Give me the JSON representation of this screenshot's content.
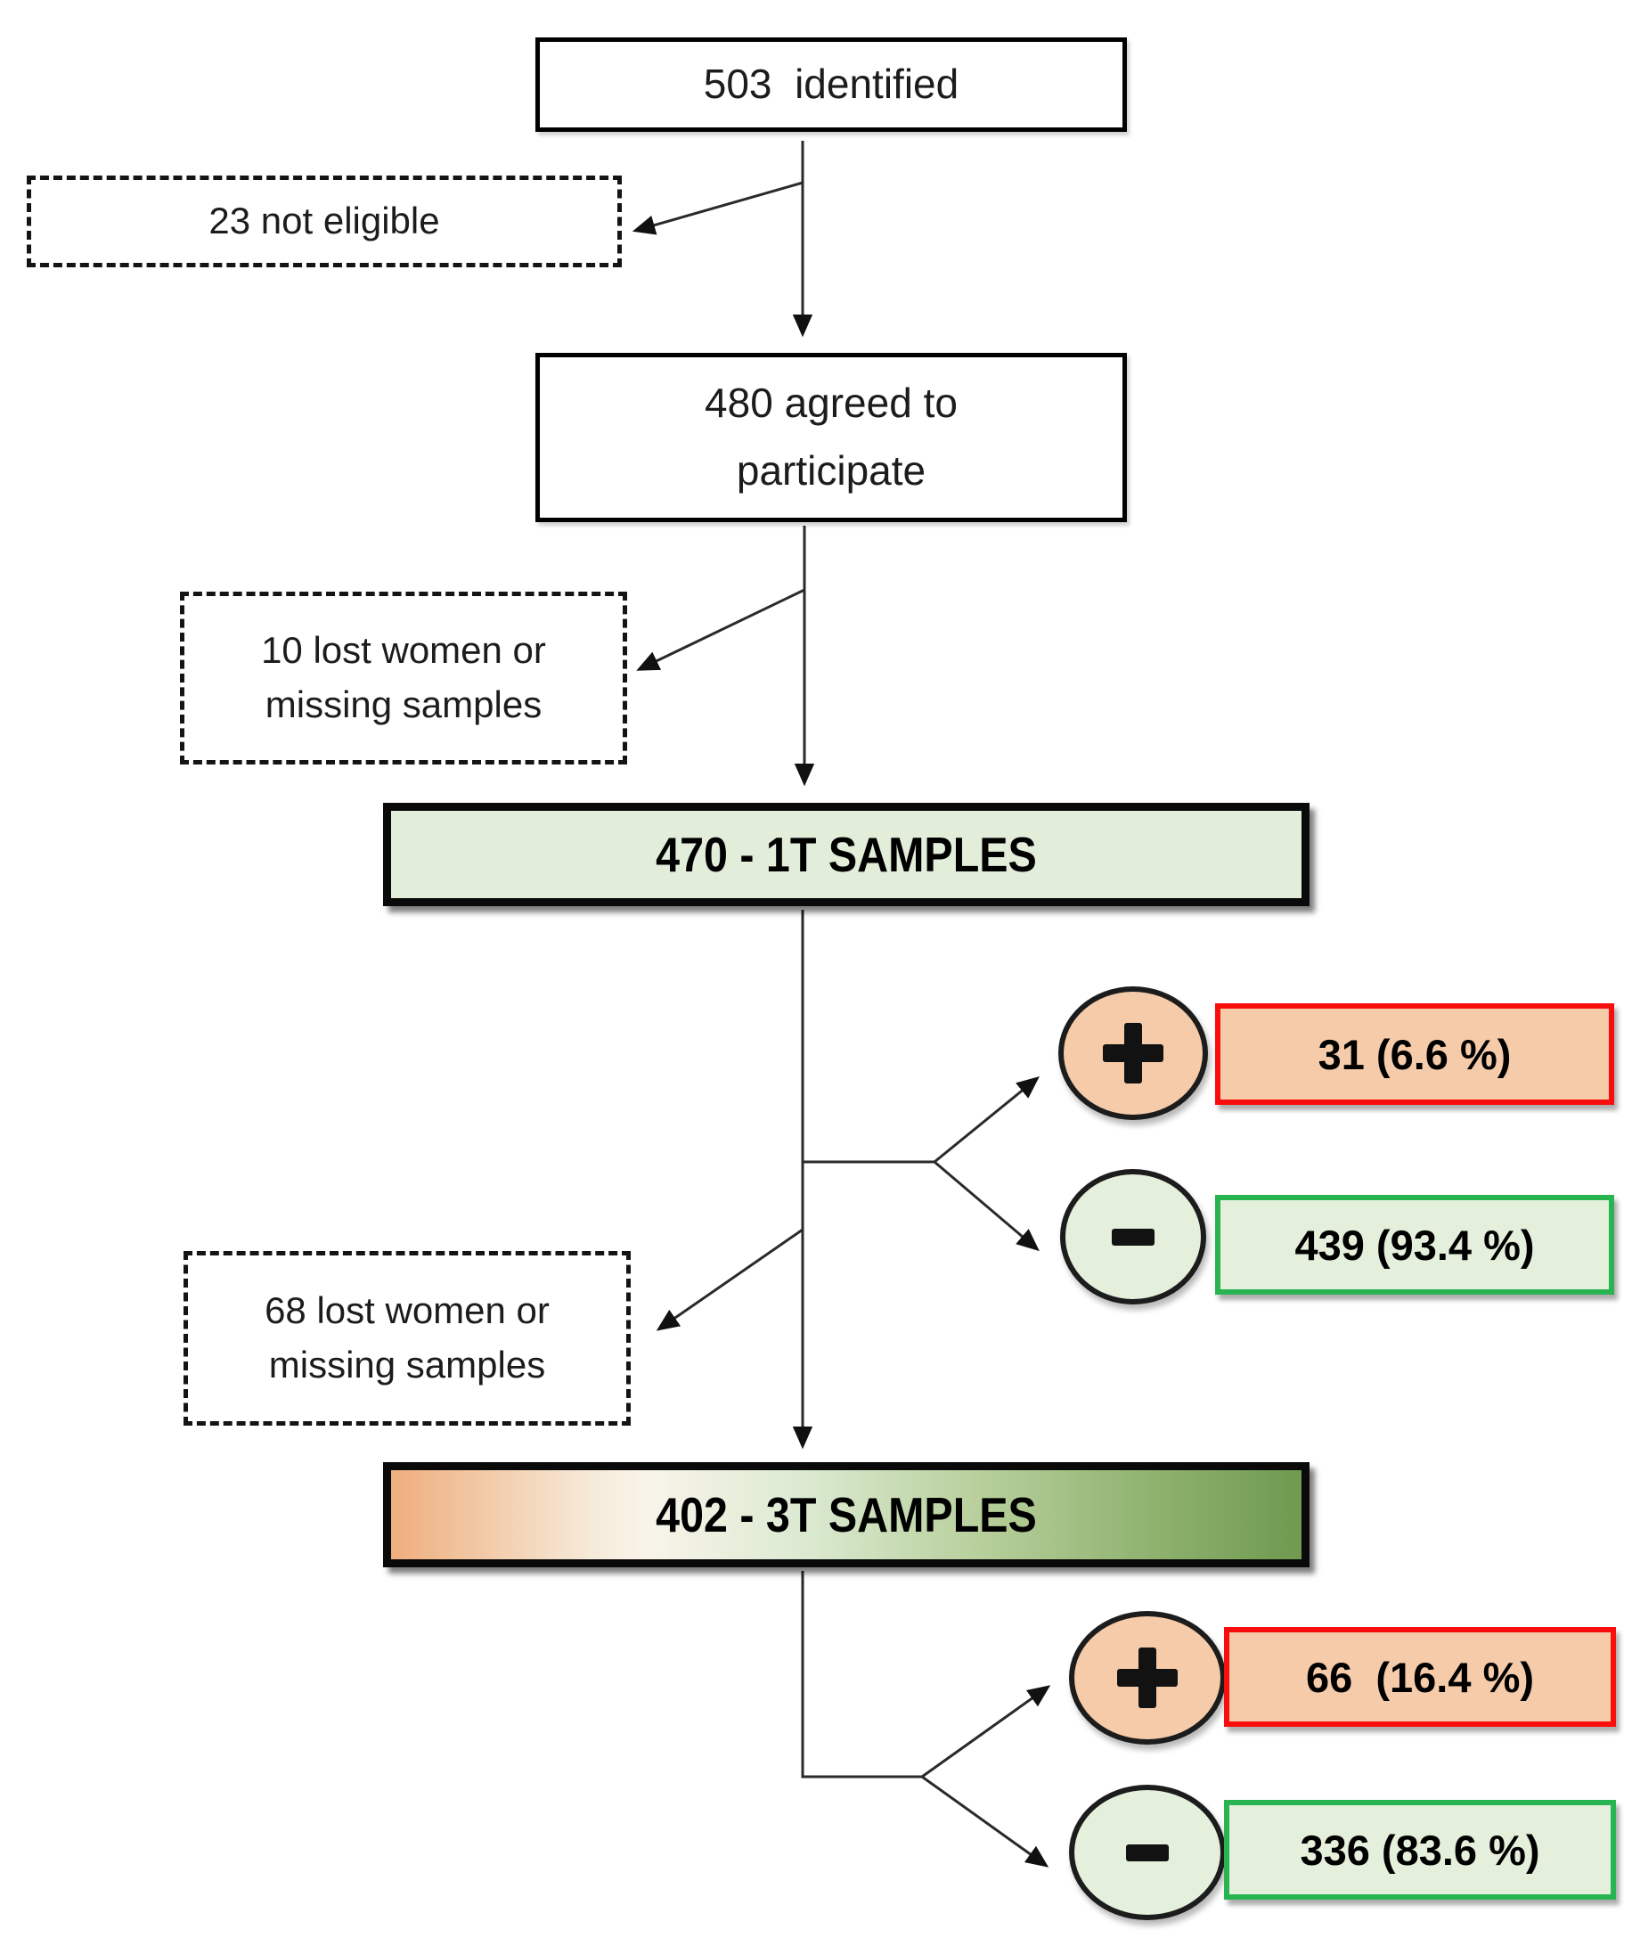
{
  "diagram_type": "study-enrollment-flowchart",
  "nodes": {
    "identified": {
      "label": "503  identified"
    },
    "not_eligible": {
      "label": "23 not eligible"
    },
    "agreed": {
      "label": "480 agreed to\nparticipate"
    },
    "lost_1t": {
      "label": "10 lost women or\nmissing samples"
    },
    "samples_1t": {
      "label": "470 - 1T SAMPLES"
    },
    "pos_1t": {
      "label": "31 (6.6 %)",
      "sign": "plus"
    },
    "neg_1t": {
      "label": "439 (93.4 %)",
      "sign": "minus"
    },
    "lost_3t": {
      "label": "68 lost women or\nmissing samples"
    },
    "samples_3t": {
      "label": "402 - 3T SAMPLES"
    },
    "pos_3t": {
      "label": "66  (16.4 %)",
      "sign": "plus"
    },
    "neg_3t": {
      "label": "336 (83.6 %)",
      "sign": "minus"
    }
  },
  "edges": [
    {
      "from": "identified",
      "to": "not_eligible"
    },
    {
      "from": "identified",
      "to": "agreed"
    },
    {
      "from": "agreed",
      "to": "lost_1t"
    },
    {
      "from": "agreed",
      "to": "samples_1t"
    },
    {
      "from": "samples_1t",
      "to": "pos_1t"
    },
    {
      "from": "samples_1t",
      "to": "neg_1t"
    },
    {
      "from": "samples_1t",
      "to": "lost_3t"
    },
    {
      "from": "samples_1t",
      "to": "samples_3t"
    },
    {
      "from": "samples_3t",
      "to": "pos_3t"
    },
    {
      "from": "samples_3t",
      "to": "neg_3t"
    }
  ],
  "colors": {
    "positive_fill": "#f6cba9",
    "positive_border": "#f90d0d",
    "negative_fill": "#e4efdc",
    "negative_border": "#28b451",
    "samples_1t_fill": "#e2eeda",
    "samples_3t_gradient_left": "#efae7d",
    "samples_3t_gradient_right": "#6f9a50",
    "box_border": "#000000",
    "connector": "#2a2a2a"
  }
}
